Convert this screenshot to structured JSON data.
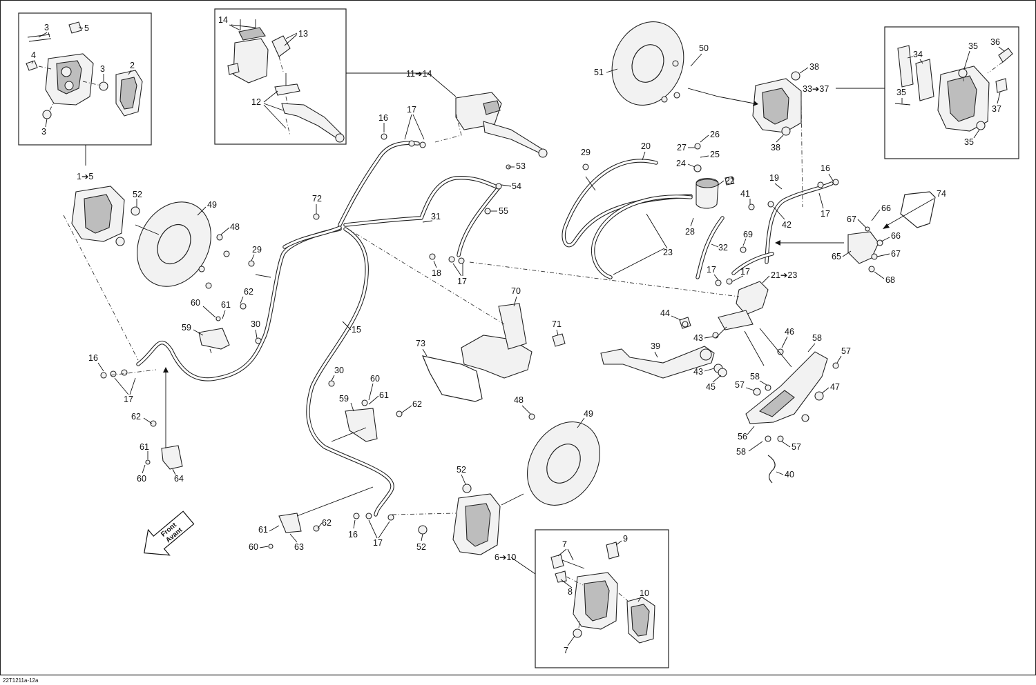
{
  "callouts": {
    "l1": "1➔5",
    "l2": "2",
    "l3a": "3",
    "l3b": "3",
    "l3c": "3",
    "l4": "4",
    "l5": "5",
    "l6": "6➔10",
    "l7a": "7",
    "l7b": "7",
    "l8": "8",
    "l9": "9",
    "l10": "10",
    "l11": "11➔14",
    "l12": "12",
    "l13": "13",
    "l14": "14",
    "l15": "15",
    "l16a": "16",
    "l16b": "16",
    "l16c": "16",
    "l16d": "16",
    "l17a": "17",
    "l17b": "17",
    "l17c": "17",
    "l17d": "17",
    "l17e": "17",
    "l17f": "17",
    "l18": "18",
    "l19": "19",
    "l20": "20",
    "l21": "21➔23",
    "l22": "22",
    "l23": "23",
    "l24": "24",
    "l25": "25",
    "l26": "26",
    "l27": "27",
    "l28": "28",
    "l29a": "29",
    "l29b": "29",
    "l30a": "30",
    "l30b": "30",
    "l31": "31",
    "l32": "32",
    "l33": "33➔37",
    "l34": "34",
    "l35a": "35",
    "l35b": "35",
    "l35c": "35",
    "l36": "36",
    "l37": "37",
    "l38a": "38",
    "l38b": "38",
    "l39": "39",
    "l40": "40",
    "l41": "41",
    "l42": "42",
    "l43a": "43",
    "l43b": "43",
    "l44": "44",
    "l45": "45",
    "l46": "46",
    "l47": "47",
    "l48a": "48",
    "l48b": "48",
    "l49a": "49",
    "l49b": "49",
    "l50": "50",
    "l51": "51",
    "l52a": "52",
    "l52b": "52",
    "l52c": "52",
    "l53": "53",
    "l54": "54",
    "l55": "55",
    "l56": "56",
    "l57a": "57",
    "l57b": "57",
    "l57c": "57",
    "l58a": "58",
    "l58b": "58",
    "l58c": "58",
    "l59a": "59",
    "l59b": "59",
    "l60a": "60",
    "l60b": "60",
    "l60c": "60",
    "l60d": "60",
    "l61a": "61",
    "l61b": "61",
    "l61c": "61",
    "l61d": "61",
    "l62a": "62",
    "l62b": "62",
    "l62c": "62",
    "l62d": "62",
    "l63": "63",
    "l64": "64",
    "l65": "65",
    "l66a": "66",
    "l66b": "66",
    "l67a": "67",
    "l67b": "67",
    "l68": "68",
    "l69": "69",
    "l70": "70",
    "l71": "71",
    "l72": "72",
    "l73": "73",
    "l74": "74"
  },
  "front_arrow": {
    "line1": "Front",
    "line2": "Avant"
  },
  "drawing_code": "22T1211a-12a"
}
